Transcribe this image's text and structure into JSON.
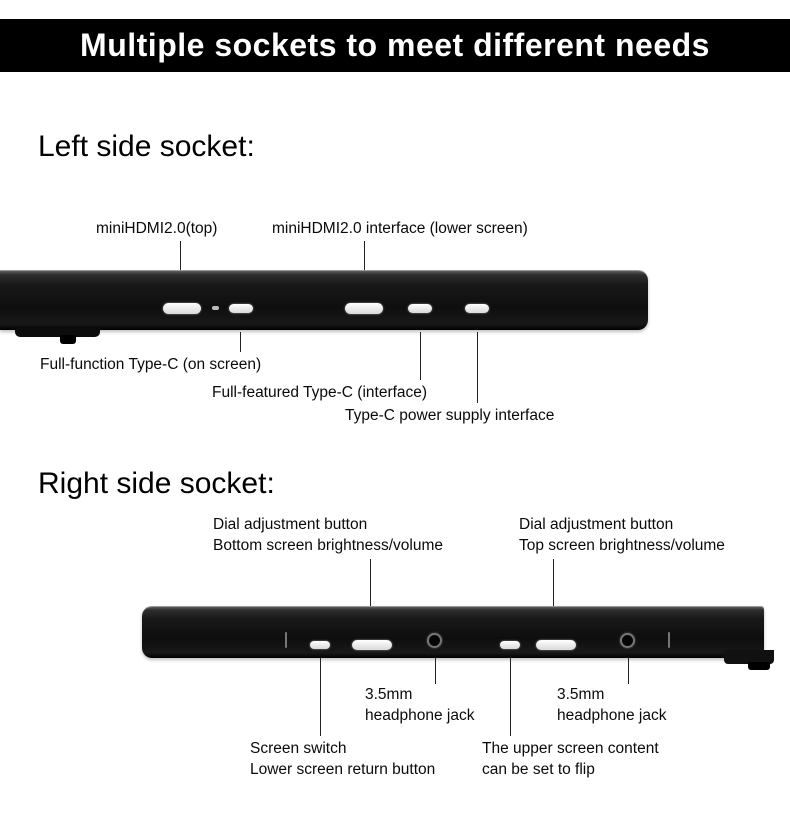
{
  "banner": {
    "title": "Multiple sockets to meet different needs",
    "bg_color": "#000000",
    "fg_color": "#ffffff"
  },
  "left_section": {
    "heading": "Left side socket:",
    "labels": {
      "hdmi_top": "miniHDMI2.0(top)",
      "hdmi_lower": "miniHDMI2.0 interface (lower screen)",
      "typec_on_screen": "Full-function Type-C (on screen)",
      "typec_interface": "Full-featured Type-C (interface)",
      "typec_power": "Type-C power supply interface"
    },
    "ports": [
      "mini-hdmi",
      "type-c",
      "mini-hdmi",
      "type-c",
      "type-c"
    ]
  },
  "right_section": {
    "heading": "Right side socket:",
    "labels": {
      "dial_bottom_line1": "Dial adjustment button",
      "dial_bottom_line2": "Bottom screen brightness/volume",
      "dial_top_line1": "Dial adjustment button",
      "dial_top_line2": "Top screen brightness/volume",
      "jack1_line1": "3.5mm",
      "jack1_line2": "headphone jack",
      "jack2_line1": "3.5mm",
      "jack2_line2": "headphone jack",
      "switch_line1": "Screen switch",
      "switch_line2": "Lower screen return button",
      "flip_line1": "The upper screen content",
      "flip_line2": "can be set to flip"
    },
    "ports": [
      "type-c",
      "dial-wheel",
      "headphone-jack",
      "type-c",
      "dial-wheel",
      "headphone-jack"
    ]
  }
}
